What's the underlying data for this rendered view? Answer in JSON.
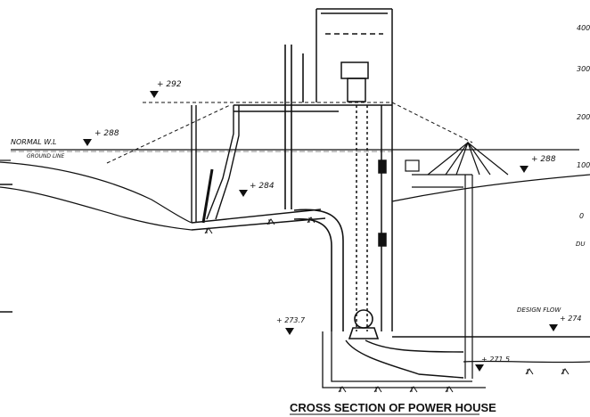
{
  "title": "CROSS SECTION OF POWER HOUSE",
  "labels": {
    "normal_wl": "NORMAL W.L",
    "ground_line": "GROUND LINE",
    "design_flow": "DESIGN FLOW",
    "dur": "DU"
  },
  "elevations": {
    "crest": "+ 292",
    "normal_wl": "+ 288",
    "tailrace_wl": "+ 288",
    "intake": "+ 284",
    "turbine": "+ 273.7",
    "design_flow": "+ 274",
    "tailrace_floor": "+ 271.5"
  },
  "chart_axis_ticks": [
    "400",
    "300",
    "200",
    "100",
    "0"
  ]
}
